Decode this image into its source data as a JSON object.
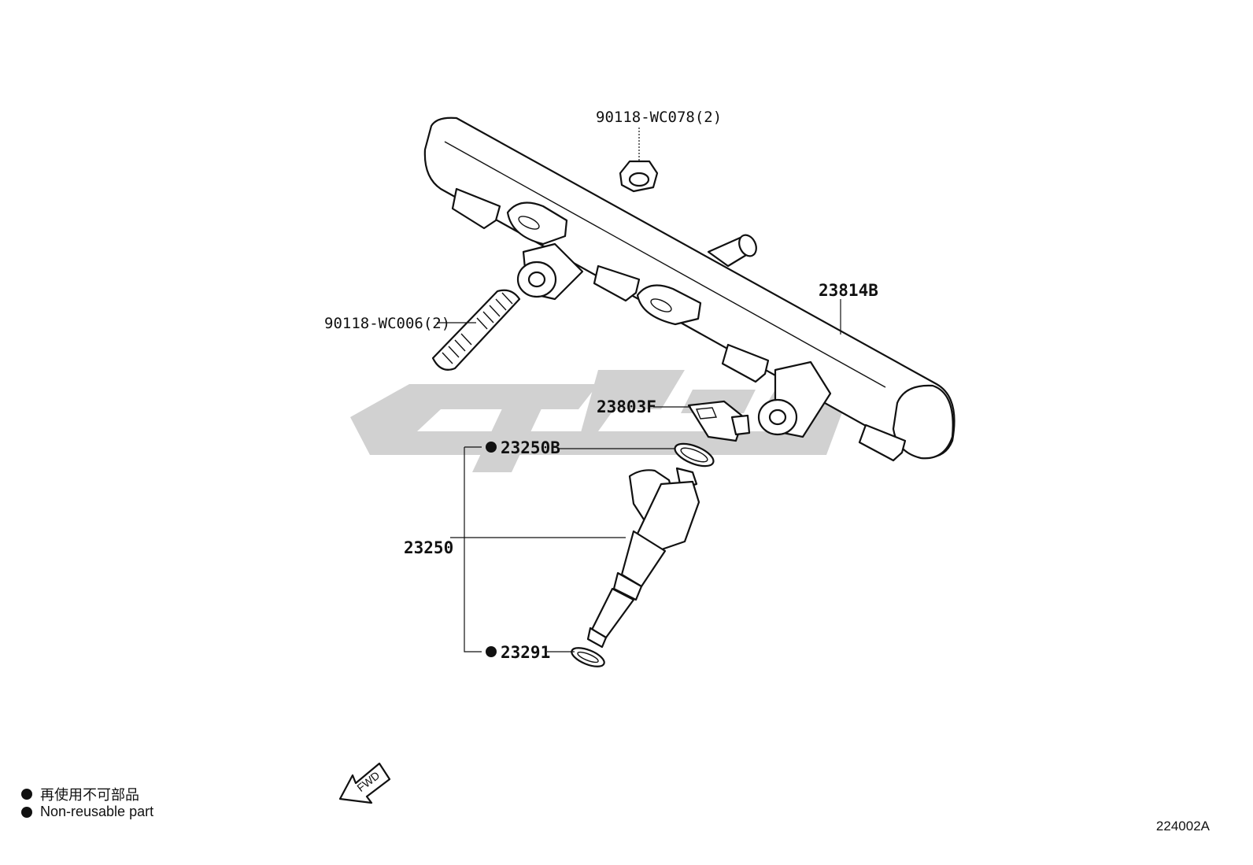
{
  "labels": {
    "nut": "90118-WC078(2)",
    "stud": "90118-WC006(2)",
    "rail": "23814B",
    "clip": "23803F",
    "oring_top": "23250B",
    "injector": "23250",
    "oring_bottom": "23291"
  },
  "legend": {
    "ja": "再使用不可部品",
    "en": "Non-reusable part"
  },
  "fwd_label": "FWD",
  "ref_code": "224002A",
  "watermark_color": "#cfcfcf"
}
